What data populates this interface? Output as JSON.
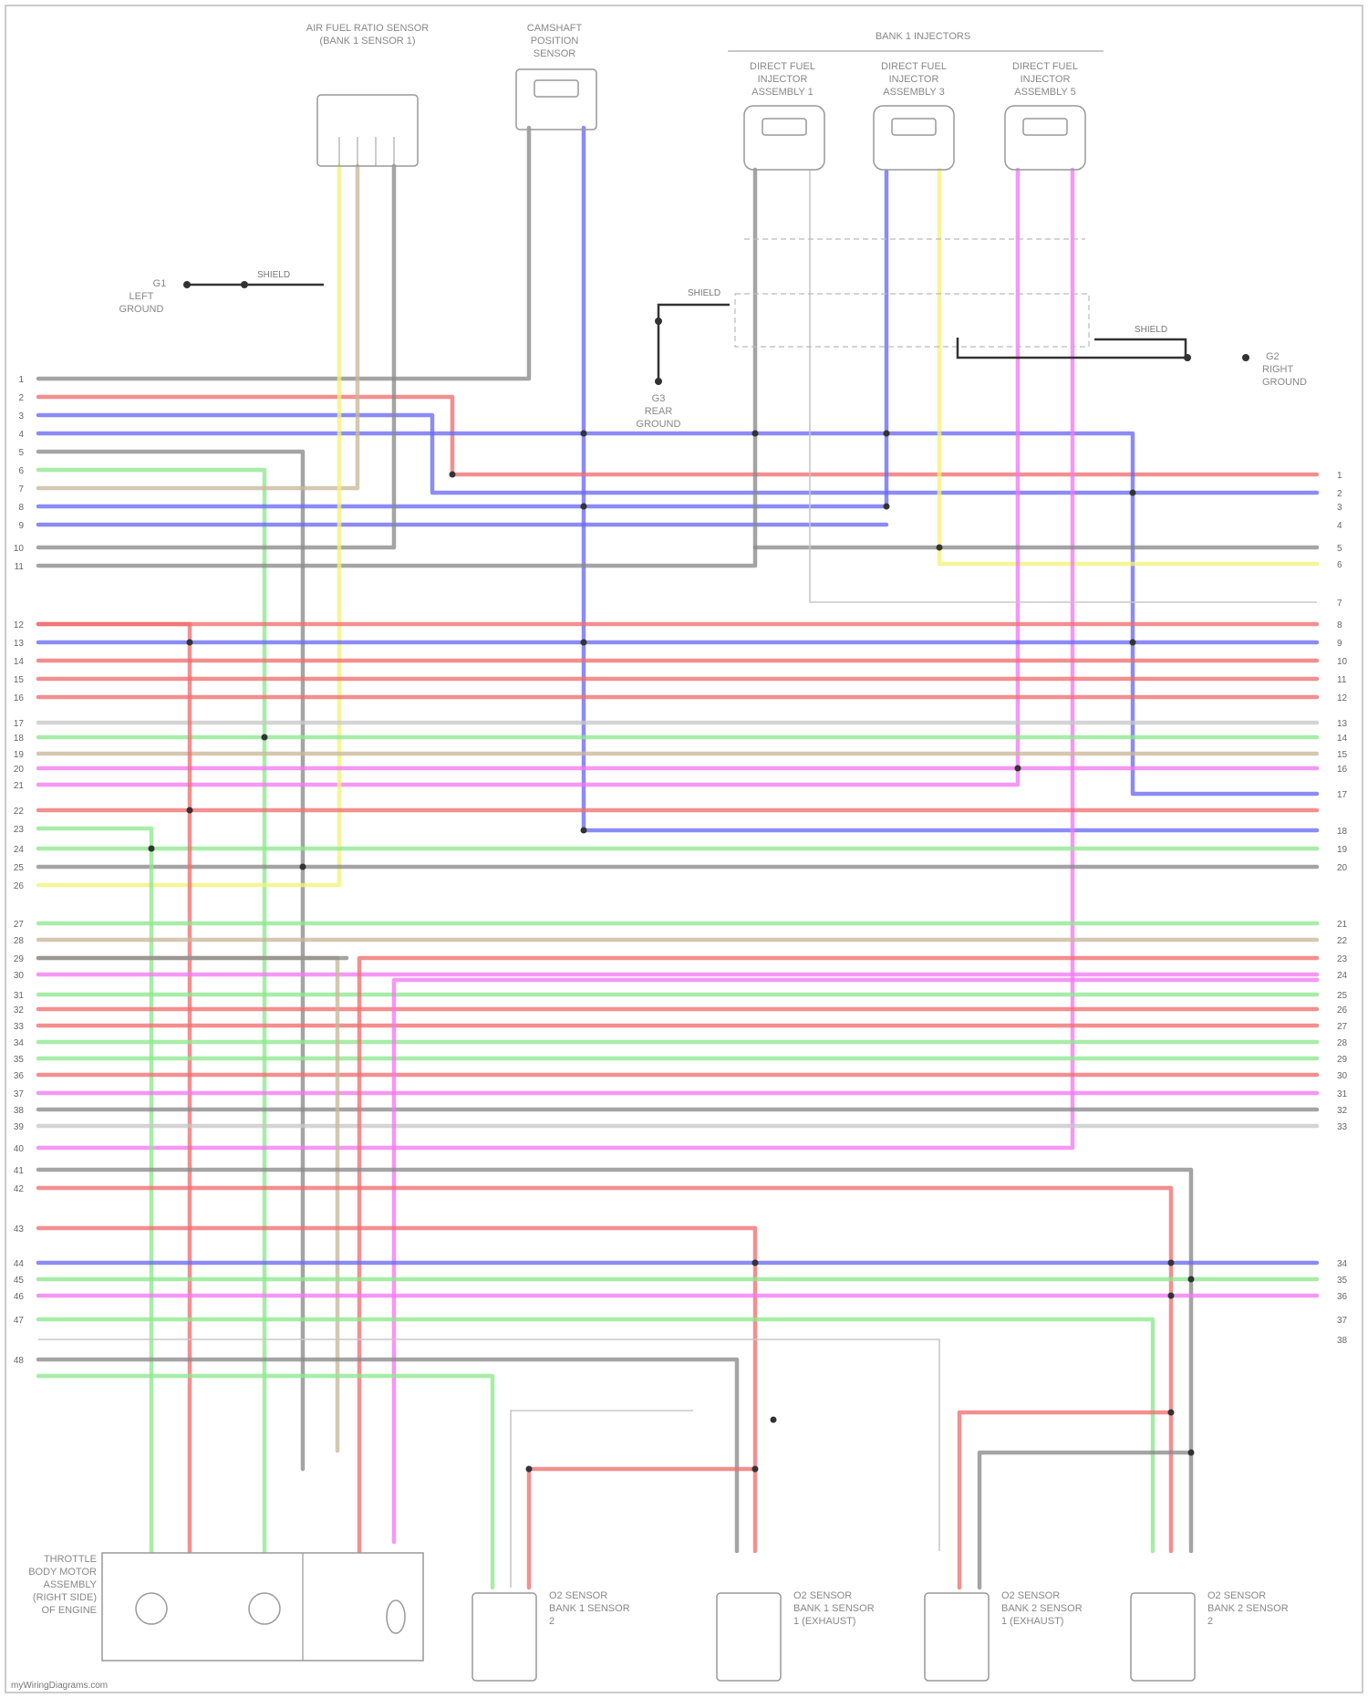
{
  "components": {
    "air_fuel_sensor": [
      "AIR FUEL RATIO SENSOR",
      "(BANK 1 SENSOR 1)"
    ],
    "cam_sensor": [
      "CAMSHAFT",
      "POSITION",
      "SENSOR"
    ],
    "injector_block_title": "BANK 1 INJECTORS",
    "injectors": [
      [
        "DIRECT FUEL",
        "INJECTOR",
        "ASSEMBLY 1"
      ],
      [
        "DIRECT FUEL",
        "INJECTOR",
        "ASSEMBLY 3"
      ],
      [
        "DIRECT FUEL",
        "INJECTOR",
        "ASSEMBLY 5"
      ]
    ],
    "throttle_body": [
      "THROTTLE",
      "BODY MOTOR",
      "ASSEMBLY",
      "(RIGHT SIDE)",
      "OF ENGINE"
    ],
    "bottom_sensors": [
      [
        "O2 SENSOR",
        "BANK 1 SENSOR",
        "2"
      ],
      [
        "O2 SENSOR",
        "BANK 1 SENSOR",
        "1 (EXHAUST)"
      ],
      [
        "O2 SENSOR",
        "BANK 2 SENSOR",
        "1 (EXHAUST)"
      ],
      [
        "O2 SENSOR",
        "BANK 2 SENSOR",
        "2"
      ]
    ]
  },
  "grounds": [
    [
      "G1",
      "LEFT",
      "GROUND"
    ],
    [
      "G2",
      "RIGHT",
      "GROUND"
    ],
    [
      "G3",
      "REAR",
      "GROUND"
    ]
  ],
  "shield_labels": [
    "SHIELD",
    "SHIELD",
    "SHIELD"
  ],
  "left_pin_labels": [
    "1",
    "2",
    "3",
    "4",
    "5",
    "6",
    "7",
    "8",
    "9",
    "10",
    "11",
    "12",
    "13",
    "14",
    "15",
    "16",
    "17",
    "18",
    "19",
    "20",
    "21",
    "22",
    "23",
    "24",
    "25",
    "26",
    "27",
    "28",
    "29",
    "30",
    "31",
    "32",
    "33",
    "34",
    "35",
    "36",
    "37",
    "38",
    "39",
    "40",
    "41",
    "42",
    "43",
    "44",
    "45",
    "46",
    "47",
    "48"
  ],
  "right_pin_labels": [
    "1",
    "2",
    "3",
    "4",
    "5",
    "6",
    "7",
    "8",
    "9",
    "10",
    "11",
    "12",
    "13",
    "14",
    "15",
    "16",
    "17",
    "18",
    "19",
    "20",
    "21",
    "22",
    "23",
    "24",
    "25",
    "26",
    "27",
    "28",
    "29",
    "30",
    "31",
    "32",
    "33",
    "34",
    "35",
    "36",
    "37",
    "38"
  ],
  "footer": "myWiringDiagrams.com",
  "colors": {
    "red": "#f07070",
    "blue": "#6a6af2",
    "gray": "#8a8a8a",
    "green": "#8ee88e",
    "yellow": "#f2f27a",
    "pink": "#f27af2",
    "tan": "#c9b89a",
    "lightgray": "#c8c8c8"
  }
}
